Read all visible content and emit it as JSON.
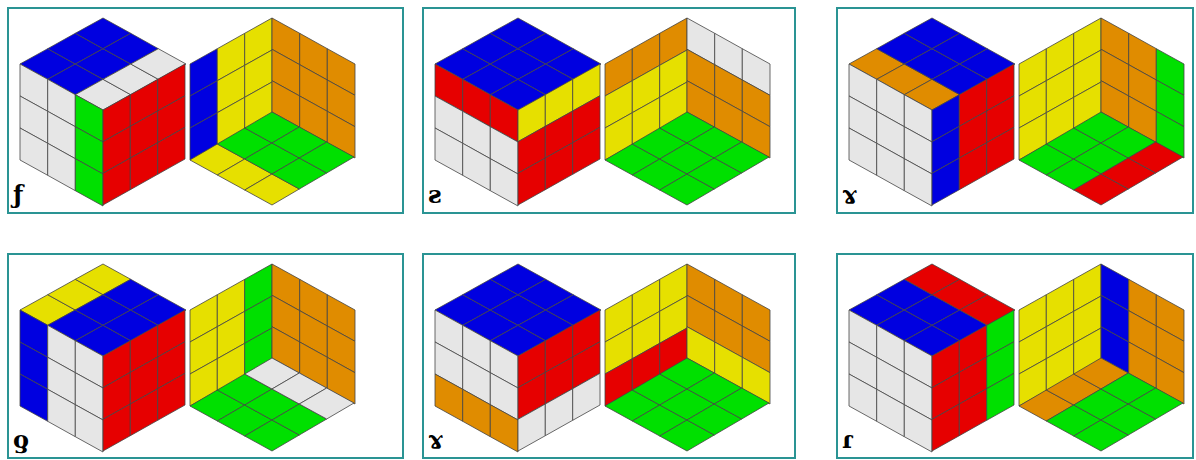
{
  "diagram": {
    "labels": [
      "ƒ",
      "ƨ",
      "ɤ",
      "ƍ",
      "ɤ",
      "ɾ"
    ]
  }
}
